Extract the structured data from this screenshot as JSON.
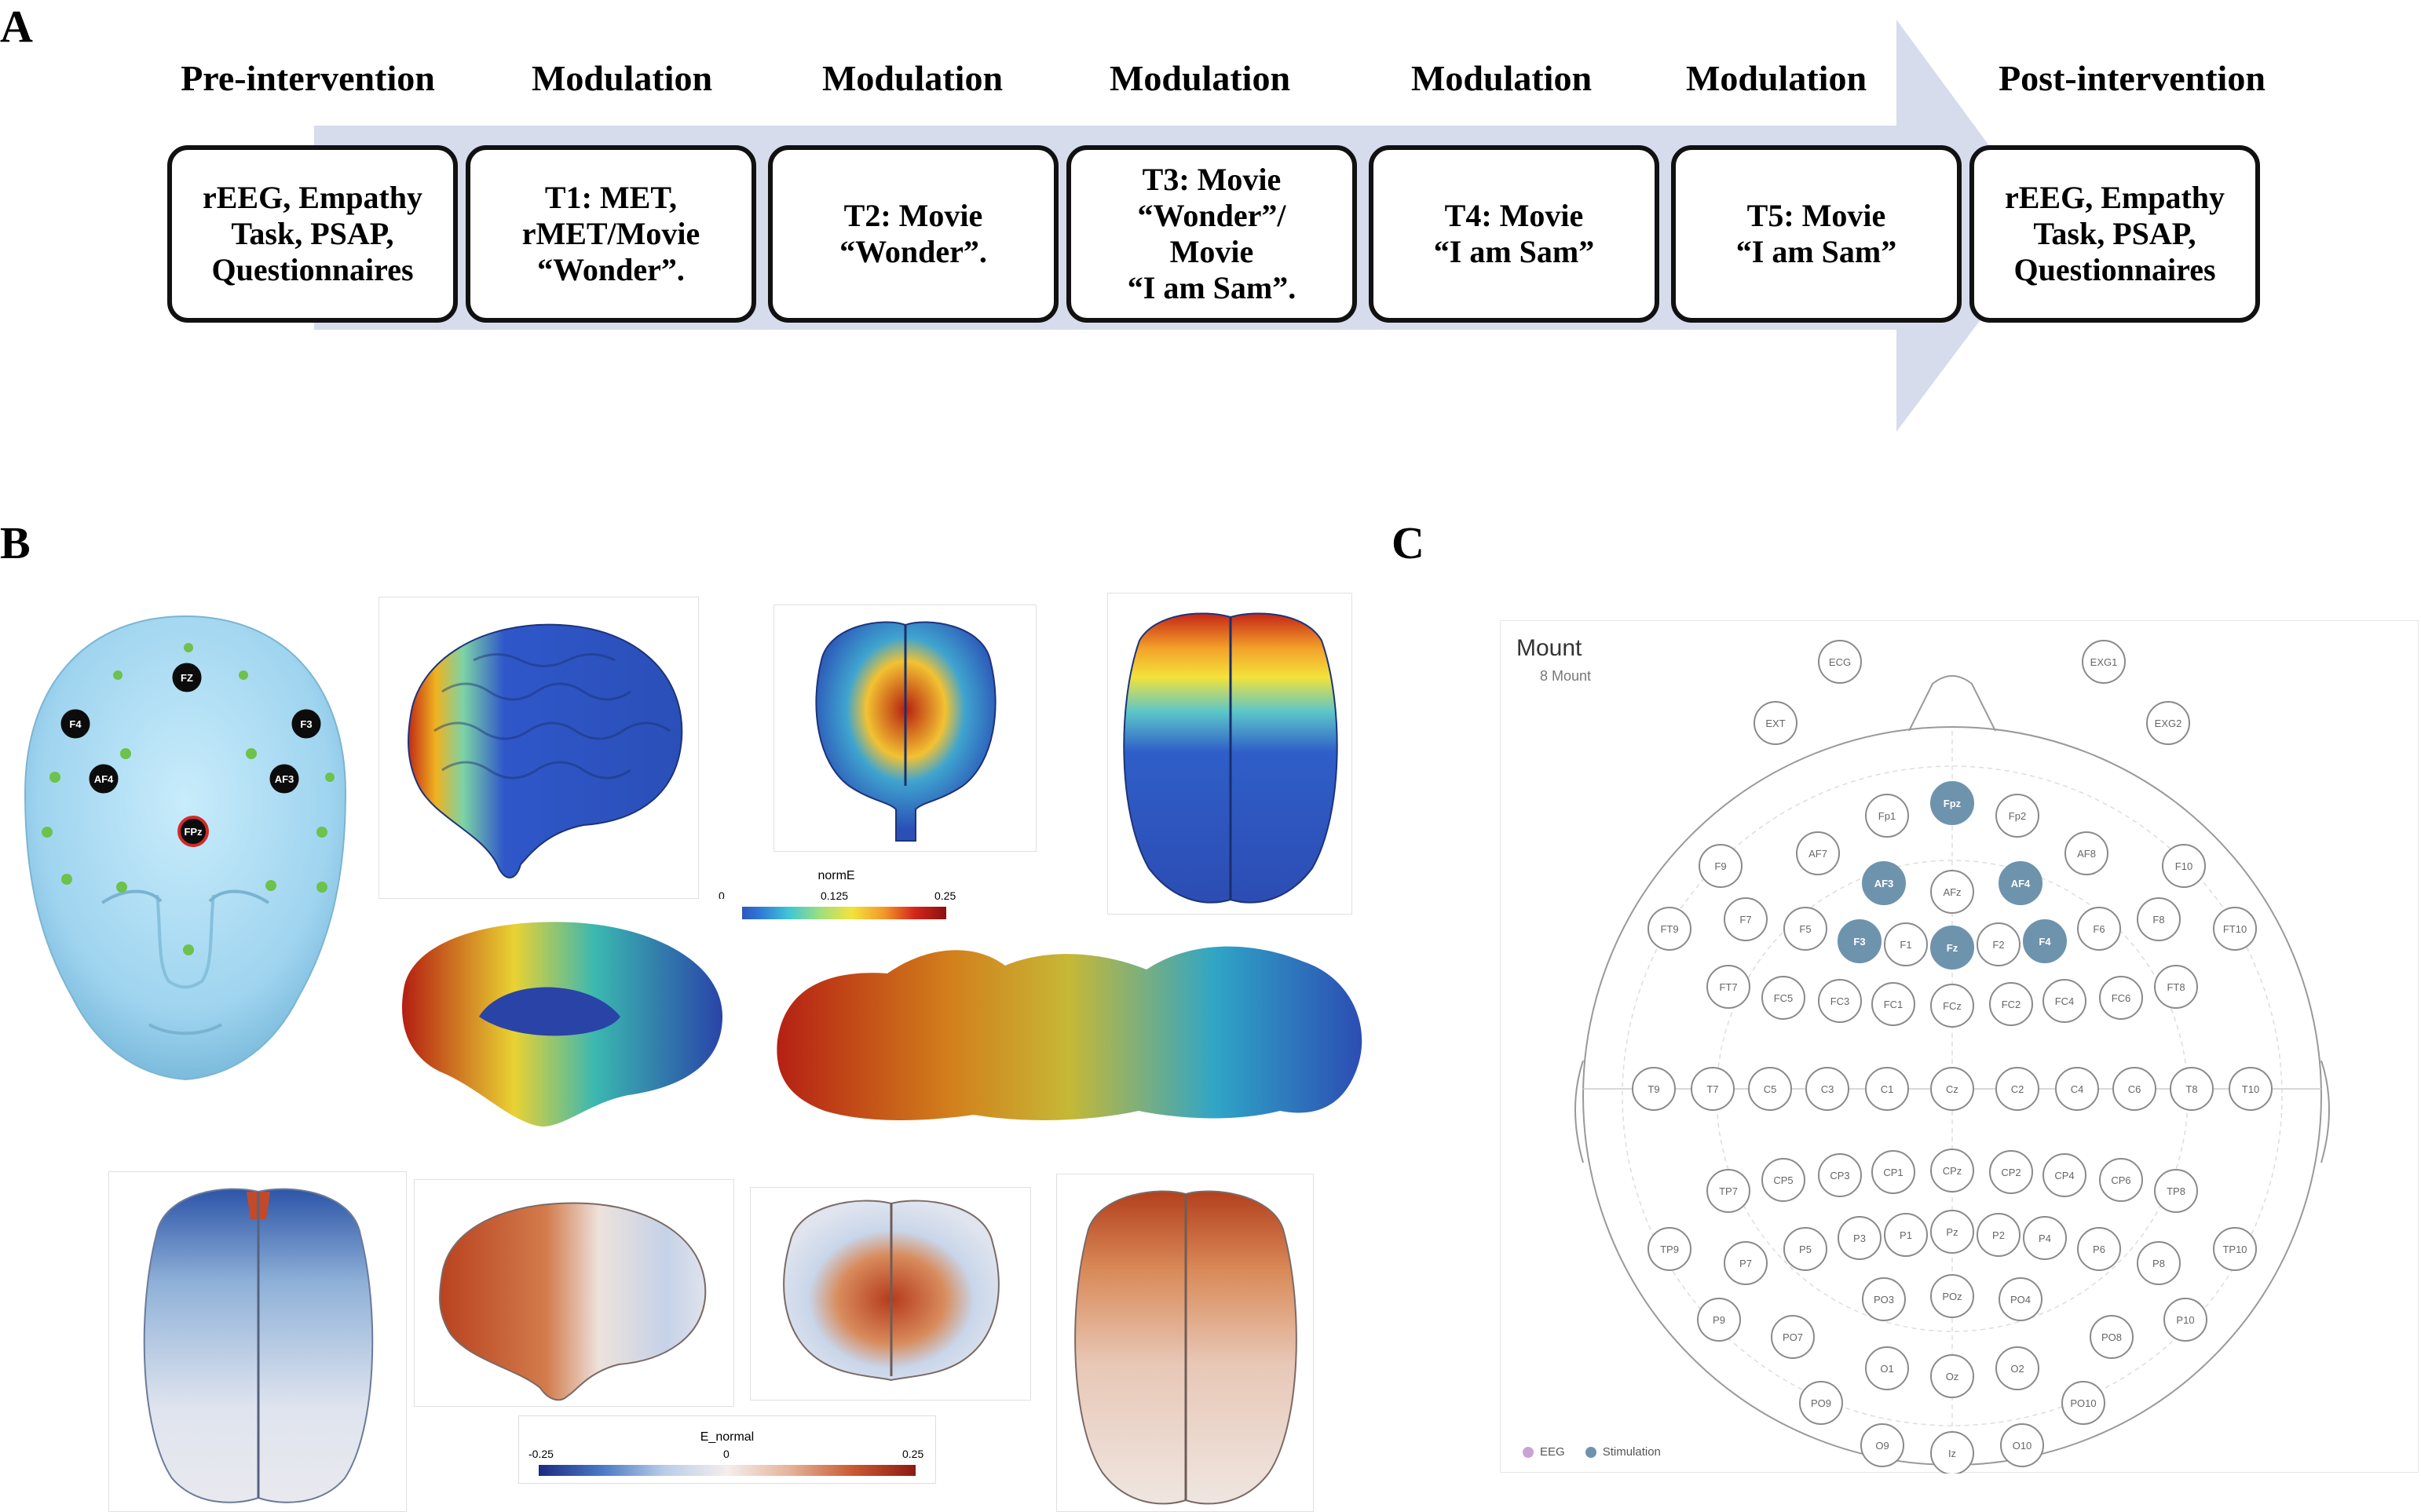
{
  "panel_letters": {
    "a": "A",
    "b": "B",
    "c": "C"
  },
  "panel_a": {
    "phases": [
      "Pre-intervention",
      "Modulation",
      "Modulation",
      "Modulation",
      "Modulation",
      "Modulation",
      "Post-intervention"
    ],
    "steps": [
      "rEEG,  Empathy\nTask, PSAP,\nQuestionnaires",
      "T1: MET,\nrMET/Movie\n“Wonder”.",
      "T2: Movie\n“Wonder”.",
      "T3: Movie\n“Wonder”/\nMovie\n“I am Sam”.",
      "T4: Movie\n“I am Sam”",
      "T5: Movie\n“I am Sam”",
      "rEEG,  Empathy\nTask, PSAP,\nQuestionnaires"
    ],
    "arrow_color": "#d6dcec"
  },
  "panel_b": {
    "head_electrodes": [
      {
        "label": "FZ",
        "highlight": false
      },
      {
        "label": "F4",
        "highlight": false
      },
      {
        "label": "F3",
        "highlight": false
      },
      {
        "label": "AF4",
        "highlight": false
      },
      {
        "label": "AF3",
        "highlight": false
      },
      {
        "label": "FPz",
        "highlight": true
      }
    ],
    "colorbar_top": {
      "title": "normE",
      "ticks": [
        "0",
        "0.125",
        "0.25"
      ]
    },
    "colorbar_bottom": {
      "title": "E_normal",
      "ticks": [
        "-0.25",
        "0",
        "0.25"
      ]
    }
  },
  "panel_c": {
    "title": "Mount",
    "subtitle": "8 Mount",
    "legend": [
      {
        "label": "EEG",
        "color": "#c9a3d6"
      },
      {
        "label": "Stimulation",
        "color": "#6e93ad"
      }
    ],
    "stim_color": "#6e93ad",
    "electrodes": [
      {
        "label": "ECG",
        "stim": false
      },
      {
        "label": "EXG1",
        "stim": false
      },
      {
        "label": "EXT",
        "stim": false
      },
      {
        "label": "EXG2",
        "stim": false
      },
      {
        "label": "Fp1",
        "stim": false
      },
      {
        "label": "Fpz",
        "stim": true
      },
      {
        "label": "Fp2",
        "stim": false
      },
      {
        "label": "F9",
        "stim": false
      },
      {
        "label": "AF7",
        "stim": false
      },
      {
        "label": "AF3",
        "stim": true
      },
      {
        "label": "AFz",
        "stim": false
      },
      {
        "label": "AF4",
        "stim": true
      },
      {
        "label": "AF8",
        "stim": false
      },
      {
        "label": "F10",
        "stim": false
      },
      {
        "label": "FT9",
        "stim": false
      },
      {
        "label": "F7",
        "stim": false
      },
      {
        "label": "F5",
        "stim": false
      },
      {
        "label": "F3",
        "stim": true
      },
      {
        "label": "F1",
        "stim": false
      },
      {
        "label": "Fz",
        "stim": true
      },
      {
        "label": "F2",
        "stim": false
      },
      {
        "label": "F4",
        "stim": true
      },
      {
        "label": "F6",
        "stim": false
      },
      {
        "label": "F8",
        "stim": false
      },
      {
        "label": "FT10",
        "stim": false
      },
      {
        "label": "FT7",
        "stim": false
      },
      {
        "label": "FC5",
        "stim": false
      },
      {
        "label": "FC3",
        "stim": false
      },
      {
        "label": "FC1",
        "stim": false
      },
      {
        "label": "FCz",
        "stim": false
      },
      {
        "label": "FC2",
        "stim": false
      },
      {
        "label": "FC4",
        "stim": false
      },
      {
        "label": "FC6",
        "stim": false
      },
      {
        "label": "FT8",
        "stim": false
      },
      {
        "label": "T9",
        "stim": false
      },
      {
        "label": "T7",
        "stim": false
      },
      {
        "label": "C5",
        "stim": false
      },
      {
        "label": "C3",
        "stim": false
      },
      {
        "label": "C1",
        "stim": false
      },
      {
        "label": "Cz",
        "stim": false
      },
      {
        "label": "C2",
        "stim": false
      },
      {
        "label": "C4",
        "stim": false
      },
      {
        "label": "C6",
        "stim": false
      },
      {
        "label": "T8",
        "stim": false
      },
      {
        "label": "T10",
        "stim": false
      },
      {
        "label": "TP7",
        "stim": false
      },
      {
        "label": "CP5",
        "stim": false
      },
      {
        "label": "CP3",
        "stim": false
      },
      {
        "label": "CP1",
        "stim": false
      },
      {
        "label": "CPz",
        "stim": false
      },
      {
        "label": "CP2",
        "stim": false
      },
      {
        "label": "CP4",
        "stim": false
      },
      {
        "label": "CP6",
        "stim": false
      },
      {
        "label": "TP8",
        "stim": false
      },
      {
        "label": "TP9",
        "stim": false
      },
      {
        "label": "P5",
        "stim": false
      },
      {
        "label": "P3",
        "stim": false
      },
      {
        "label": "P1",
        "stim": false
      },
      {
        "label": "Pz",
        "stim": false
      },
      {
        "label": "P2",
        "stim": false
      },
      {
        "label": "P4",
        "stim": false
      },
      {
        "label": "P6",
        "stim": false
      },
      {
        "label": "TP10",
        "stim": false
      },
      {
        "label": "P7",
        "stim": false
      },
      {
        "label": "P8",
        "stim": false
      },
      {
        "label": "P9",
        "stim": false
      },
      {
        "label": "PO7",
        "stim": false
      },
      {
        "label": "PO3",
        "stim": false
      },
      {
        "label": "POz",
        "stim": false
      },
      {
        "label": "PO4",
        "stim": false
      },
      {
        "label": "PO8",
        "stim": false
      },
      {
        "label": "P10",
        "stim": false
      },
      {
        "label": "O1",
        "stim": false
      },
      {
        "label": "Oz",
        "stim": false
      },
      {
        "label": "O2",
        "stim": false
      },
      {
        "label": "PO9",
        "stim": false
      },
      {
        "label": "PO10",
        "stim": false
      },
      {
        "label": "O9",
        "stim": false
      },
      {
        "label": "Iz",
        "stim": false
      },
      {
        "label": "O10",
        "stim": false
      }
    ]
  }
}
